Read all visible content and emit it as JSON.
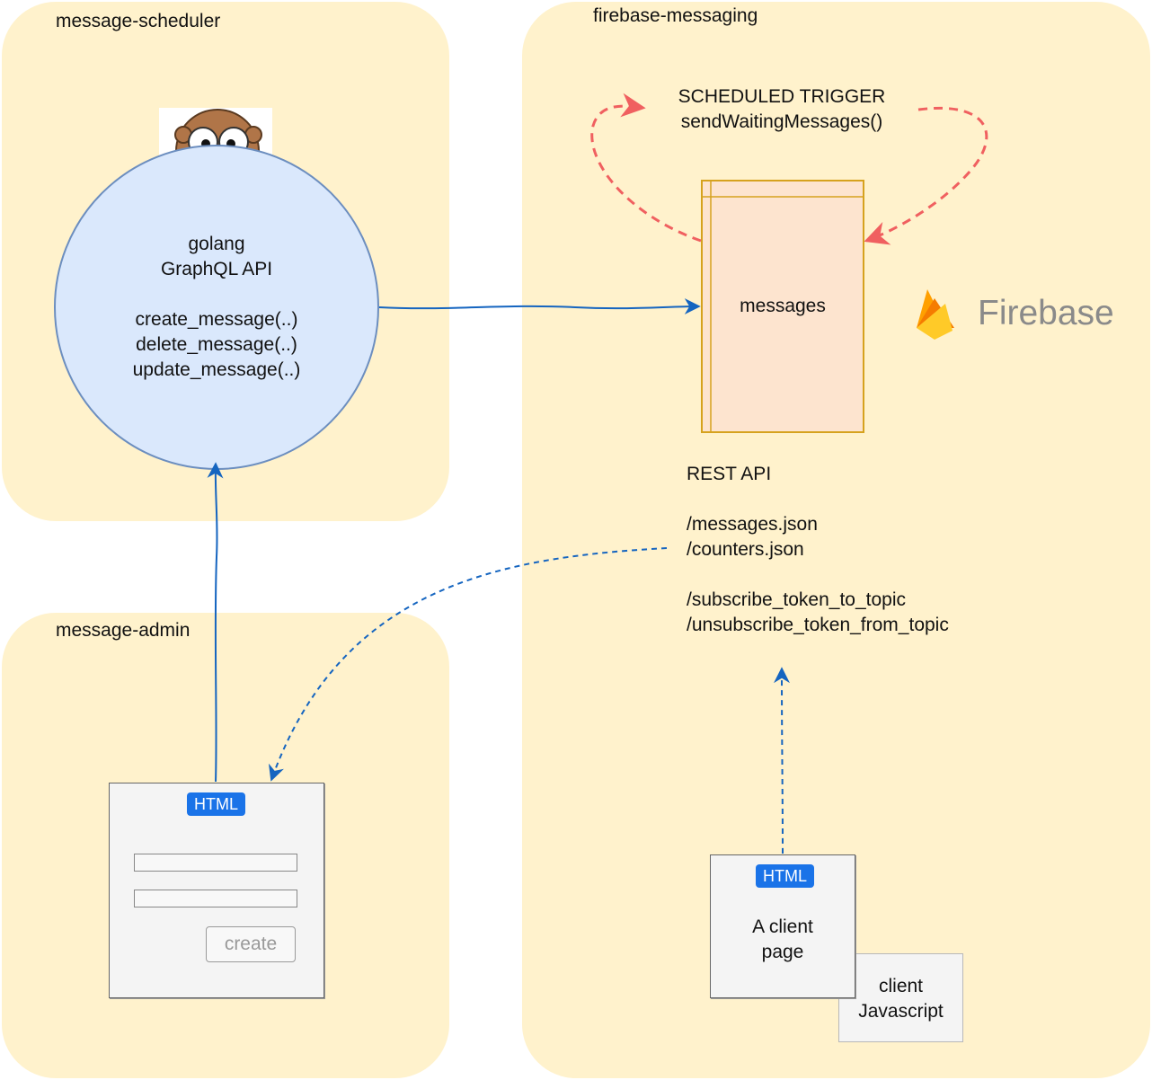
{
  "zones": {
    "scheduler": {
      "title": "message-scheduler"
    },
    "firebase": {
      "title": "firebase-messaging"
    },
    "admin": {
      "title": "message-admin"
    }
  },
  "api_circle": {
    "lines": [
      "golang",
      "GraphQL API",
      "",
      "create_message(..)",
      "delete_message(..)",
      "update_message(..)"
    ]
  },
  "trigger": {
    "title": "SCHEDULED TRIGGER",
    "function": "sendWaitingMessages()"
  },
  "messages_box": {
    "label": "messages"
  },
  "firebase_logo": {
    "label": "Firebase"
  },
  "rest_api": {
    "lines": [
      "REST API",
      "",
      "/messages.json",
      "/counters.json",
      "",
      "/subscribe_token_to_topic",
      "/unsubscribe_token_from_topic"
    ]
  },
  "admin_form": {
    "badge": "HTML",
    "button": "create"
  },
  "client_page": {
    "badge": "HTML",
    "lines": [
      "A client",
      "page"
    ]
  },
  "client_js": {
    "lines": [
      "client",
      "Javascript"
    ]
  },
  "colors": {
    "zone_bg": "#fff2cc",
    "circle_fill": "#dae8fc",
    "circle_stroke": "#6c8ebf",
    "messages_fill": "#fde4cf",
    "messages_stroke": "#d6a21e",
    "arrow_blue": "#1565c0",
    "arrow_red": "#f06060",
    "badge_blue": "#1a73e8"
  }
}
